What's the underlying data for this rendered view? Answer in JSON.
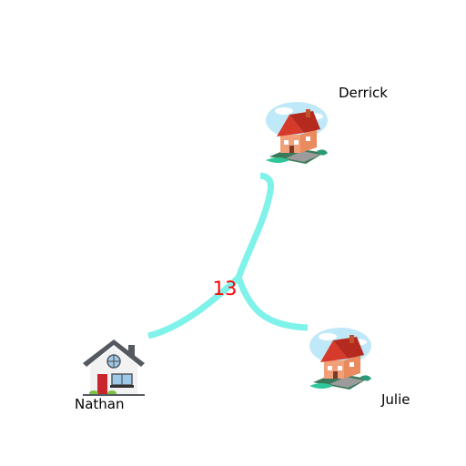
{
  "nodes": {
    "nathan": {
      "label": "Nathan",
      "icon": "house-icon"
    },
    "derrick": {
      "label": "Derrick",
      "icon": "house-icon"
    },
    "julie": {
      "label": "Julie",
      "icon": "house-icon"
    }
  },
  "edge": {
    "weight": "13",
    "color": "#7ff2ea",
    "weight_color": "#ff0000"
  }
}
